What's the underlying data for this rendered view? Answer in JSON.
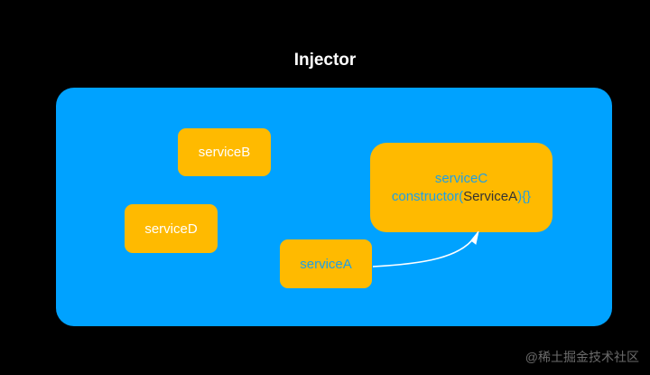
{
  "title": "Injector",
  "colors": {
    "background": "#000000",
    "container": "#00a2ff",
    "box": "#ffba00",
    "text_white": "#ffffff",
    "text_blue": "#1e9fe6"
  },
  "nodes": {
    "serviceB": "serviceB",
    "serviceD": "serviceD",
    "serviceA": "serviceA",
    "serviceC": {
      "name": "serviceC",
      "ctor_prefix": "constructor(",
      "ctor_param": "ServiceA",
      "ctor_suffix": "){}"
    }
  },
  "edges": [
    {
      "from": "serviceA",
      "to": "serviceC"
    }
  ],
  "watermark": "@稀土掘金技术社区"
}
